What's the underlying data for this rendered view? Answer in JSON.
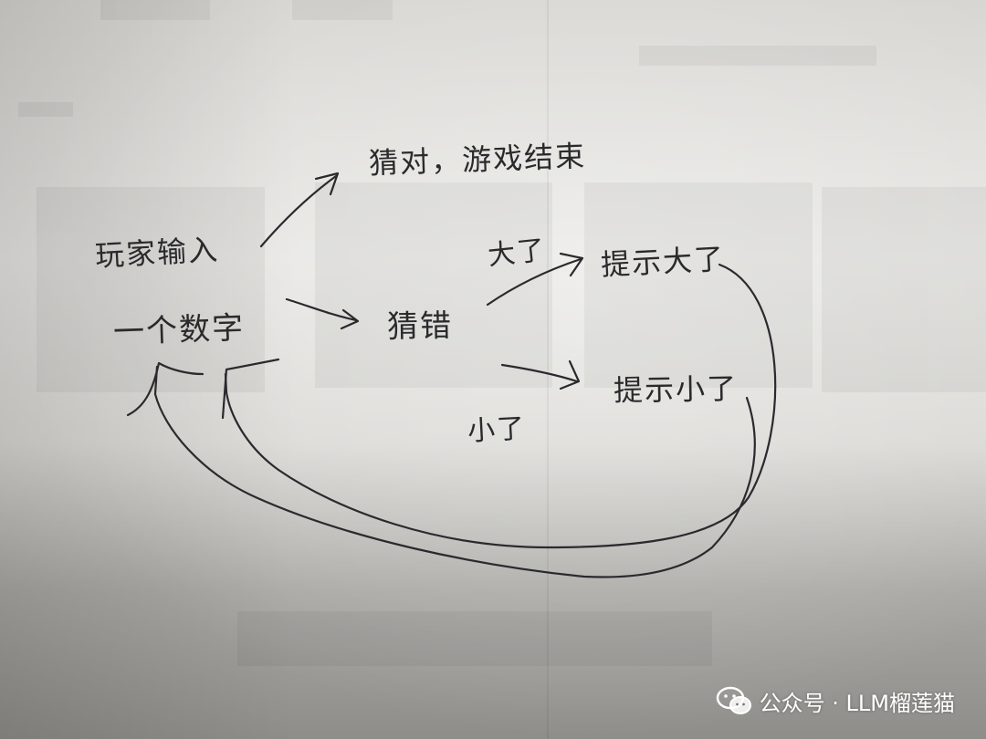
{
  "diagram": {
    "nodes": {
      "input_line1": "玩家输入",
      "input_line2": "一个数字",
      "correct": "猜对，游戏结束",
      "wrong": "猜错",
      "hint_big": "提示大了",
      "hint_small": "提示小了"
    },
    "edge_labels": {
      "big": "大了",
      "small": "小了"
    }
  },
  "watermark": {
    "text": "公众号 · LLM榴莲猫",
    "icon": "wechat-icon"
  }
}
